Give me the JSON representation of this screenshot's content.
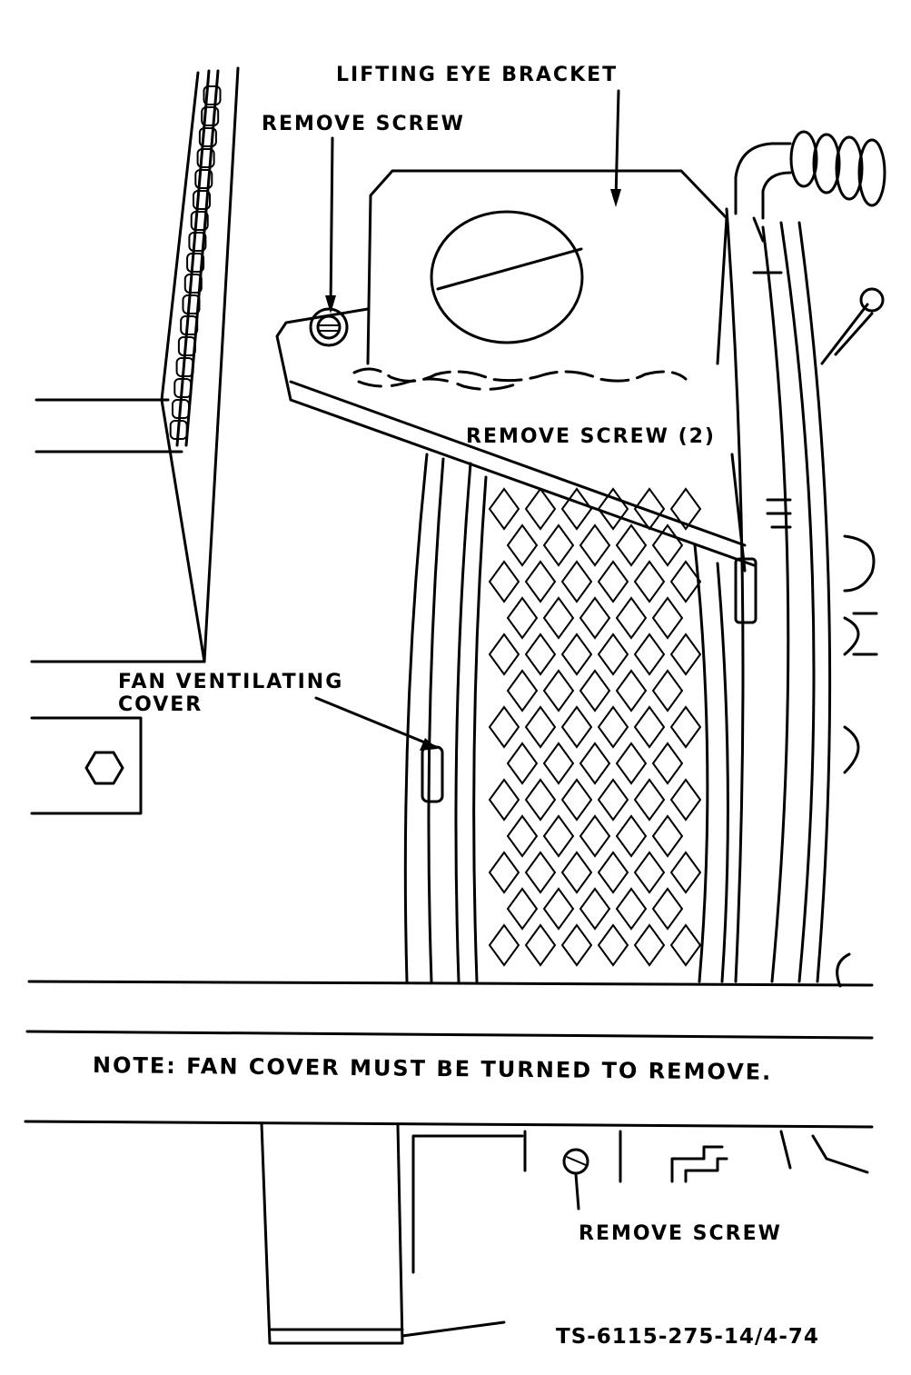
{
  "labels": {
    "lifting_eye_bracket": "LIFTING EYE BRACKET",
    "remove_screw_top": "REMOVE SCREW",
    "remove_screw_2": "REMOVE SCREW (2)",
    "fan_ventilating_cover_line1": "FAN VENTILATING",
    "fan_ventilating_cover_line2": "COVER",
    "remove_screw_bottom": "REMOVE SCREW"
  },
  "note": "NOTE:  FAN COVER MUST BE TURNED TO REMOVE.",
  "figure_id": "TS-6115-275-14/4-74",
  "ink_color": "#000000",
  "paper_color": "#ffffff"
}
